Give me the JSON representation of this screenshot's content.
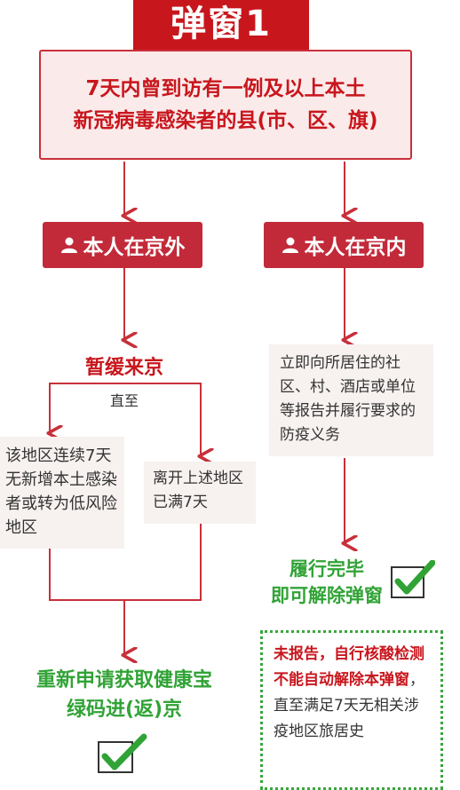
{
  "header": {
    "title": "弹窗1"
  },
  "condition": {
    "line1": "7天内曾到访有一例及以上本土",
    "line2": "新冠病毒感染者的县(市、区、旗)"
  },
  "outside": {
    "label": "本人在京外",
    "postpone": "暂缓来京",
    "until": "直至"
  },
  "inside": {
    "label": "本人在京内",
    "instruction": "立即向所居住的社区、村、酒店或单位等报告并履行要求的防疫义务",
    "complete_line1": "履行完毕",
    "complete_line2": "即可解除弹窗"
  },
  "options": {
    "area_condition": "该地区连续7天无新增本土感染者或转为低风险地区",
    "left_area": "离开上述地区已满7天"
  },
  "result": {
    "line1": "重新申请获取健康宝",
    "line2": "绿码进(返)京"
  },
  "warning": {
    "bold": "未报告，自行核酸检测不能自动解除本弹窗",
    "rest": "，直至满足7天无相关涉疫地区旅居史"
  },
  "colors": {
    "red": "#c8161d",
    "button": "#c22a3a",
    "green": "#31a336",
    "pink_bg": "#fbeaea",
    "note_bg": "#f7f1ef"
  },
  "icons": [
    "person-icon",
    "checkmark-icon"
  ]
}
